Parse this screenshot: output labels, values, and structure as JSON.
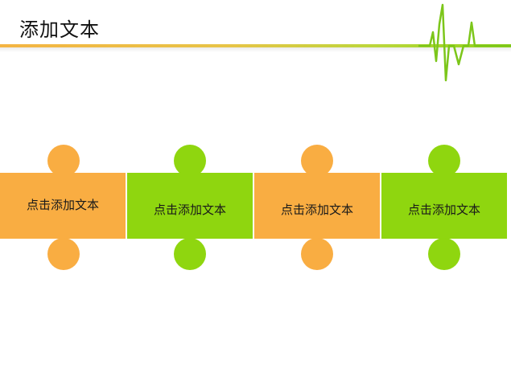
{
  "slide": {
    "title": "添加文本",
    "colors": {
      "orange": "#f9ad42",
      "green": "#8fd60f",
      "pulse": "#7cc61a"
    },
    "pieces": [
      {
        "label": "点击添加文本",
        "color": "orange"
      },
      {
        "label": "点击添加文本",
        "color": "green"
      },
      {
        "label": "点击添加文本",
        "color": "orange"
      },
      {
        "label": "点击添加文本",
        "color": "green"
      }
    ]
  }
}
